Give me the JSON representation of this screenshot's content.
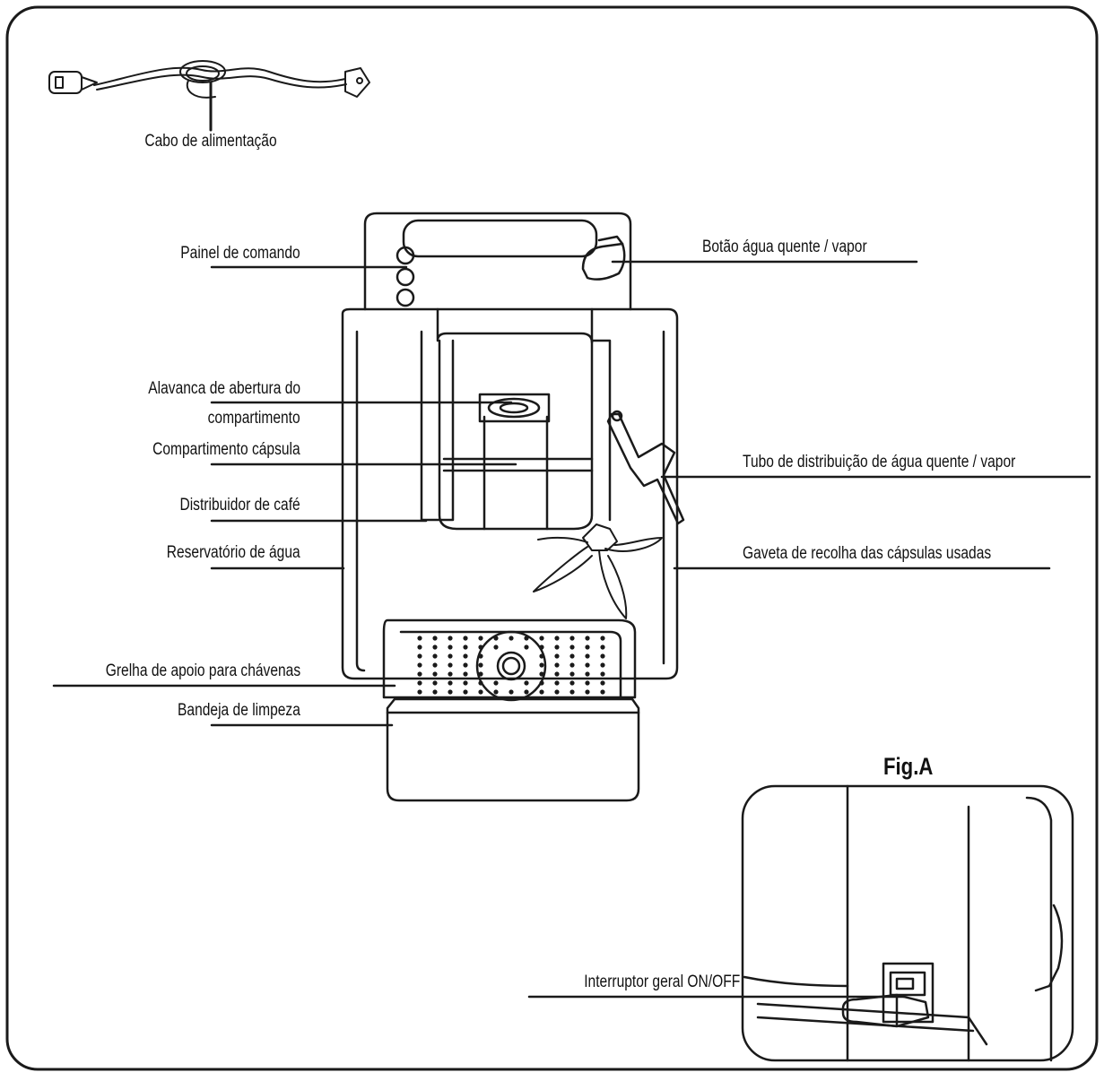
{
  "labels": {
    "power_cable": "Cabo de alimentação",
    "control_panel": "Painel de comando",
    "lever": "Alavanca de abertura do",
    "lever_line2": "compartimento",
    "capsule_compartment": "Compartimento cápsula",
    "coffee_dispenser": "Distribuidor de café",
    "water_tank": "Reservatório de água",
    "cup_grid": "Grelha de apoio para chávenas",
    "drip_tray": "Bandeja de limpeza",
    "hot_water_button": "Botão água quente / vapor",
    "steam_tube": "Tubo de distribuição de água quente / vapor",
    "capsule_drawer": "Gaveta de recolha das cápsulas usadas",
    "main_switch": "Interruptor geral ON/OFF"
  },
  "figure": {
    "title": "Fig.A"
  }
}
